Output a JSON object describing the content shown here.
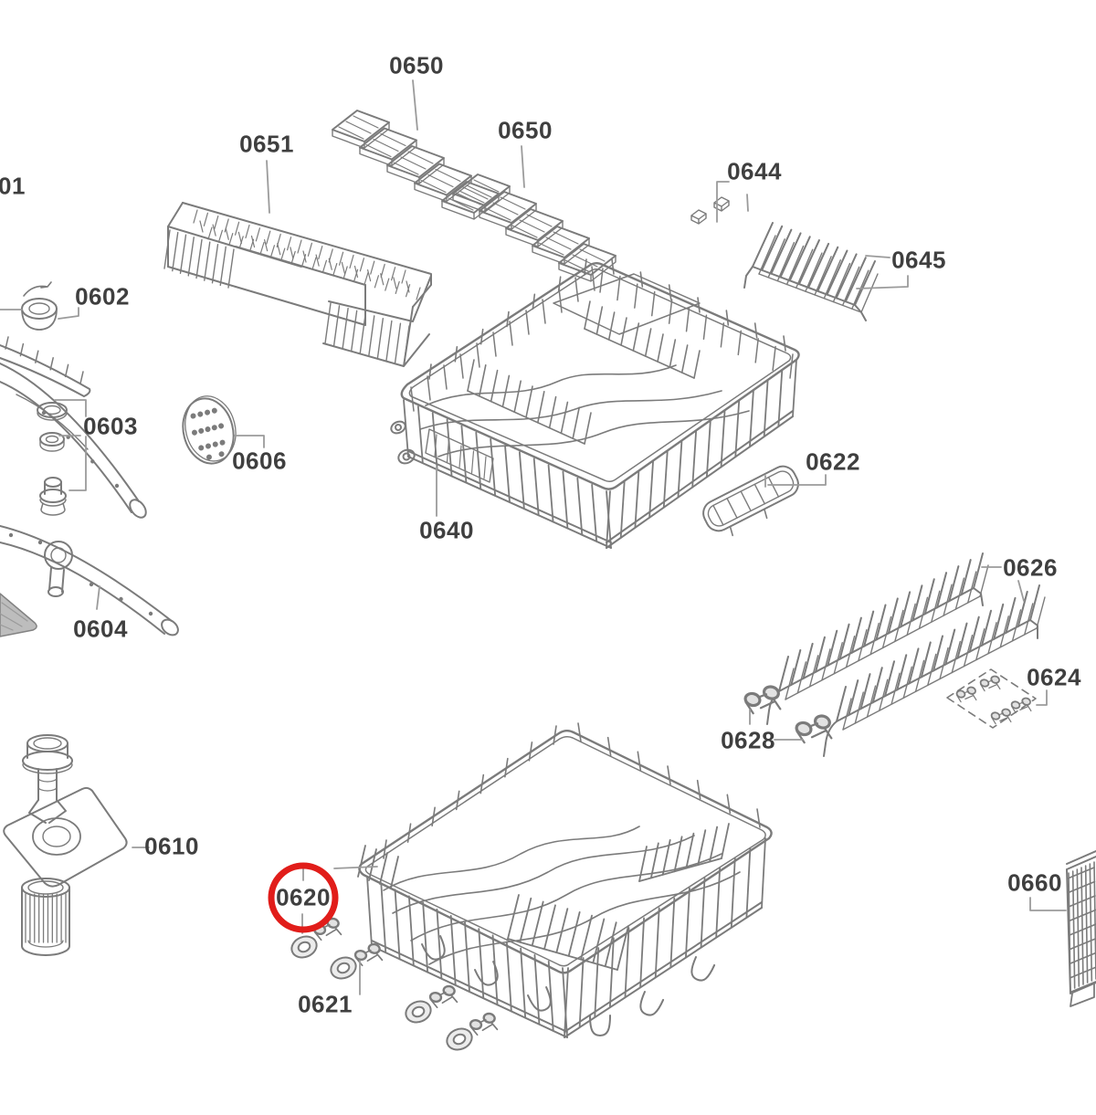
{
  "colors": {
    "line": "#7b7b7b",
    "leader": "#9b9b9b",
    "label_text": "#3f3f3f",
    "highlight_red": "#e11d1a",
    "shaded_part": "#bdbdbd"
  },
  "labels": {
    "l0650a": {
      "label": "0650"
    },
    "l0650b": {
      "label": "0650"
    },
    "l0651": {
      "label": "0651"
    },
    "l0644": {
      "label": "0644"
    },
    "l0645": {
      "label": "0645"
    },
    "l0601p": {
      "label": "01"
    },
    "l0602": {
      "label": "0602"
    },
    "l0603": {
      "label": "0603"
    },
    "l0606": {
      "label": "0606"
    },
    "l0640": {
      "label": "0640"
    },
    "l0622": {
      "label": "0622"
    },
    "l0626": {
      "label": "0626"
    },
    "l0624": {
      "label": "0624"
    },
    "l0628": {
      "label": "0628"
    },
    "l0604": {
      "label": "0604"
    },
    "l0610": {
      "label": "0610"
    },
    "l0620": {
      "label": "0620"
    },
    "l0621": {
      "label": "0621"
    },
    "l0660": {
      "label": "0660"
    }
  },
  "highlight": {
    "part": "0620",
    "shape": "circle"
  }
}
